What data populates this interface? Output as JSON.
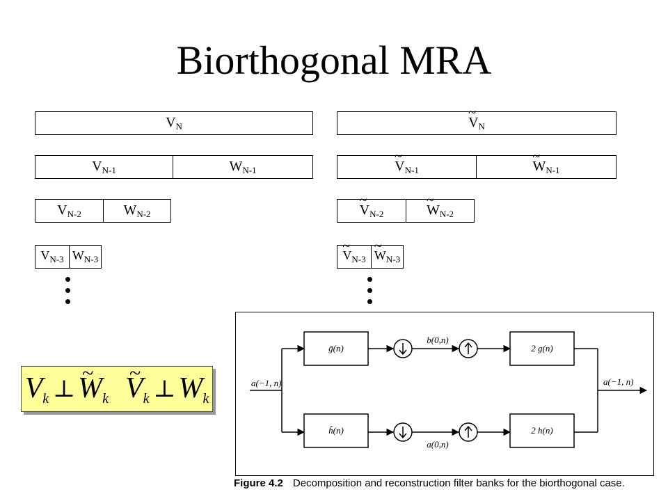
{
  "title": "Biorthogonal MRA",
  "left": {
    "row1": {
      "v": "V",
      "v_sub": "N"
    },
    "row2": {
      "v": "V",
      "v_sub": "N-1",
      "w": "W",
      "w_sub": "N-1"
    },
    "row3": {
      "v": "V",
      "v_sub": "N-2",
      "w": "W",
      "w_sub": "N-2"
    },
    "row4": {
      "v": "V",
      "v_sub": "N-3",
      "w": "W",
      "w_sub": "N-3"
    }
  },
  "right": {
    "row1": {
      "v": "V",
      "v_sub": "N"
    },
    "row2": {
      "v": "V",
      "v_sub": "N-1",
      "w": "W",
      "w_sub": "N-1"
    },
    "row3": {
      "v": "V",
      "v_sub": "N-2",
      "w": "W",
      "w_sub": "N-2"
    },
    "row4": {
      "v": "V",
      "v_sub": "N-3",
      "w": "W",
      "w_sub": "N-3"
    }
  },
  "formula": {
    "t1": "V",
    "t2": "W",
    "t3": "V",
    "t4": "W",
    "sub": "k",
    "perp": "⊥"
  },
  "figure": {
    "input_label": "a(−1, n)",
    "output_label": "a(−1, n)",
    "g_tilde": "g̃(n)",
    "h_tilde": "h̃(n)",
    "g_out": "2 g(n)",
    "h_out": "2 h(n)",
    "b_label": "b(0,n)",
    "a_label": "a(0,n)",
    "caption_bold": "Figure 4.2",
    "caption_text": "Decomposition and reconstruction filter banks for the biorthogonal case."
  },
  "colors": {
    "formula_bg": "#ffff99"
  }
}
